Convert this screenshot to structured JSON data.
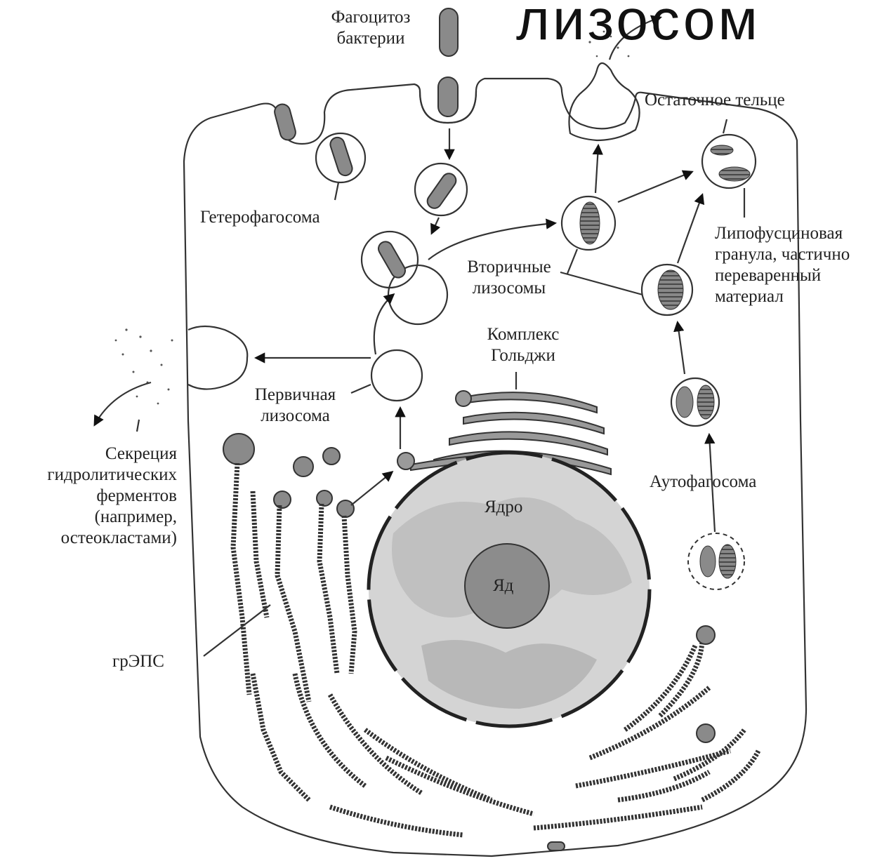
{
  "diagram": {
    "heading_fragment": "лизосом",
    "labels": {
      "phagocytosis": [
        "Фагоцитоз",
        "бактерии"
      ],
      "residual_body": "Остаточное тельце",
      "heterophagosome": "Гетерофагосома",
      "lipofuscin": [
        "Липофусциновая",
        "гранула, частично",
        "переваренный",
        "материал"
      ],
      "secondary_lysosomes": [
        "Вторичные",
        "лизосомы"
      ],
      "golgi": [
        "Комплекс",
        "Гольджи"
      ],
      "primary_lysosome": [
        "Первичная",
        "лизосома"
      ],
      "secretion": [
        "Секреция",
        "гидролитических",
        "ферментов",
        "(например,",
        "остеокластами)"
      ],
      "nucleus": "Ядро",
      "nucleolus": "Яд",
      "autophagosome": "Аутофагосома",
      "rough_er": "грЭПС"
    },
    "colors": {
      "outline": "#333333",
      "organelle_fill": "#8a8a8a",
      "nucleolus_fill": "#8c8c8c",
      "chromatin_fill": "#c4c4c4",
      "text": "#222222"
    }
  }
}
